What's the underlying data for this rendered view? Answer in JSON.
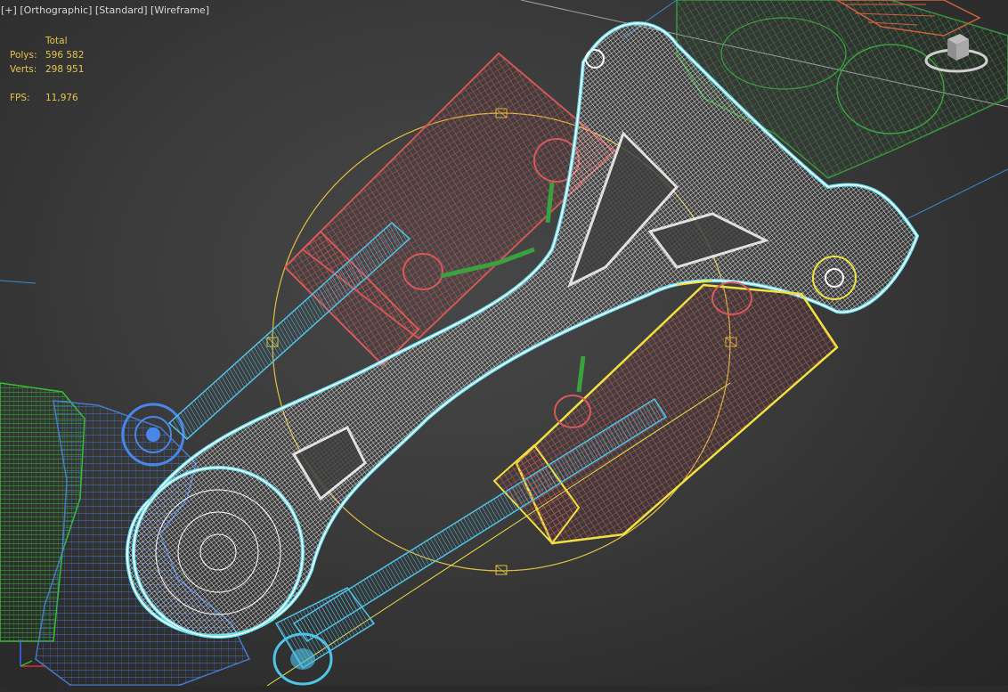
{
  "viewport": {
    "label_plus": "[+]",
    "label_view": "[Orthographic]",
    "label_shading": "[Standard]",
    "label_mode": "[Wireframe]"
  },
  "stats": {
    "header": "Total",
    "polys_label": "Polys:",
    "polys_value": "596 582",
    "verts_label": "Verts:",
    "verts_value": "298 951",
    "fps_label": "FPS:",
    "fps_value": "11,976"
  },
  "colors": {
    "link_white": "#ffffff",
    "link_outline": "#66e0f0",
    "actuator_red": "#d65a5a",
    "selection_yellow": "#f0e040",
    "rod_cyan": "#4fc3e8",
    "green_part": "#3aa040",
    "blue_part": "#4a86e8",
    "stats_text": "#e8c44a"
  },
  "icons": {
    "viewcube": "viewcube-icon",
    "axis_tripod": "axis-tripod-icon"
  }
}
